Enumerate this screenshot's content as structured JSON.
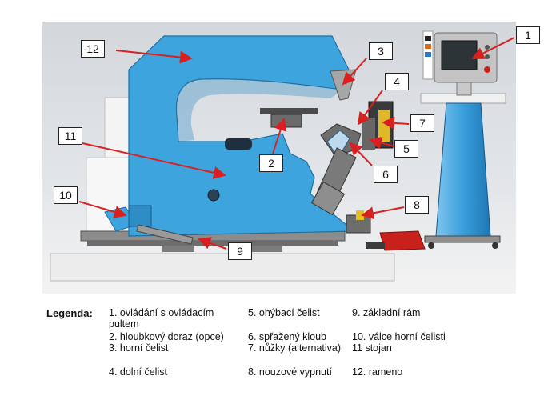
{
  "callouts": [
    "1",
    "2",
    "3",
    "4",
    "5",
    "6",
    "7",
    "8",
    "9",
    "10",
    "11",
    "12"
  ],
  "legend": {
    "title": "Legenda:",
    "items": [
      "1. ovládání s ovládacím pultem",
      "2. hloubkový doraz (opce)",
      "3. horní čelist",
      "4. dolní čelist",
      "5. ohýbací čelist",
      "6. spřažený kloub",
      "7. nůžky (alternativa)",
      "8. nouzové vypnutí",
      "9. základní rám",
      "10. válce horní čelisti",
      "11 stojan",
      "12. rameno"
    ]
  },
  "colors": {
    "machine_blue": "#3ea4dd",
    "arrow_red": "#d92020",
    "background_gray": "#d9dde2",
    "base_block": "#e9e9e9",
    "stop_red": "#c8211c"
  }
}
